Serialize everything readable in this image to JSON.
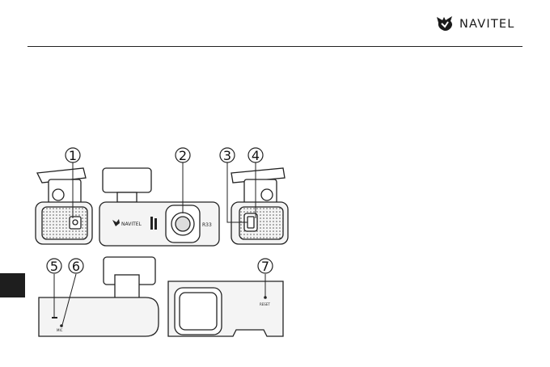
{
  "header": {
    "brand": "NAVITEL",
    "logo_icon": "navitel-bird-icon"
  },
  "figure": {
    "callouts": [
      "1",
      "2",
      "3",
      "4",
      "5",
      "6",
      "7"
    ],
    "device_brand": "NAVITEL",
    "model_label": "R33",
    "mic_label": "MIC",
    "reset_label": "RESET"
  },
  "colors": {
    "ink": "#1a1a1a",
    "tab": "#1e1e1e",
    "device_fill": "#f4f4f4"
  }
}
